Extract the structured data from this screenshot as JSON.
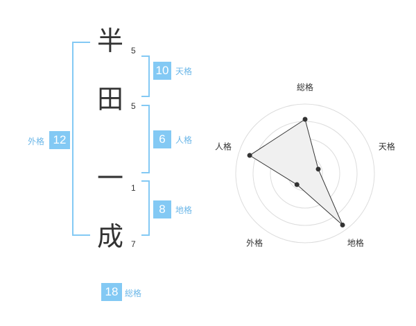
{
  "name": {
    "chars": [
      {
        "char": "半",
        "strokes": "5"
      },
      {
        "char": "田",
        "strokes": "5"
      },
      {
        "char": "一",
        "strokes": "1"
      },
      {
        "char": "成",
        "strokes": "7"
      }
    ]
  },
  "fortune": {
    "tenkaku": {
      "value": "10",
      "label": "天格"
    },
    "jinkaku": {
      "value": "6",
      "label": "人格"
    },
    "chikaku": {
      "value": "8",
      "label": "地格"
    },
    "gaikaku": {
      "value": "12",
      "label": "外格"
    },
    "soukaku": {
      "value": "18",
      "label": "総格"
    }
  },
  "colors": {
    "accent": "#83c9f4",
    "label": "#6cb7e8",
    "text": "#333333",
    "grid": "#dcdcdc",
    "fill": "#f0f0f0"
  },
  "chart_data": {
    "type": "radar",
    "axes": [
      "総格",
      "天格",
      "地格",
      "外格",
      "人格"
    ],
    "values": [
      0.78,
      0.2,
      0.92,
      0.2,
      0.84
    ],
    "range": [
      0,
      1
    ],
    "rings": 4,
    "grid": true
  }
}
